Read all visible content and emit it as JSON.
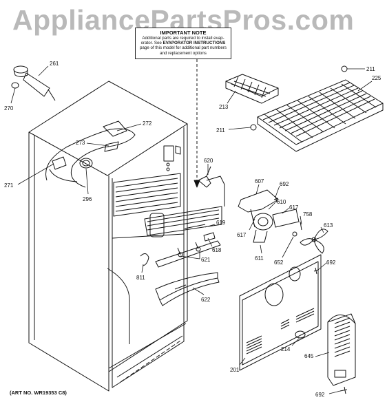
{
  "watermark": "AppliancePartsPros.com",
  "notice": {
    "title": "IMPORTANT NOTE",
    "line1": "Additional parts are required to install evap-",
    "line2_pre": "orator. See ",
    "line2_bold": "EVAPORATOR INSTRUCTIONS",
    "line3": "page of this model for additional part numbers",
    "line4": "and replacement options"
  },
  "art_number": "(ART NO. WR19353 C8)",
  "callouts": {
    "p261": "261",
    "p270": "270",
    "p272": "272",
    "p273": "273",
    "p271": "271",
    "p296": "296",
    "p620": "620",
    "p213": "213",
    "p211a": "211",
    "p225": "225",
    "p211b": "211",
    "p607": "607",
    "p692a": "692",
    "p610": "610",
    "p617a": "617",
    "p617b": "617",
    "p758": "758",
    "p613": "613",
    "p619": "619",
    "p618": "618",
    "p621": "621",
    "p811": "811",
    "p611": "611",
    "p652": "652",
    "p692b": "692",
    "p622": "622",
    "p214": "214",
    "p645": "645",
    "p201": "201",
    "p692c": "692"
  }
}
